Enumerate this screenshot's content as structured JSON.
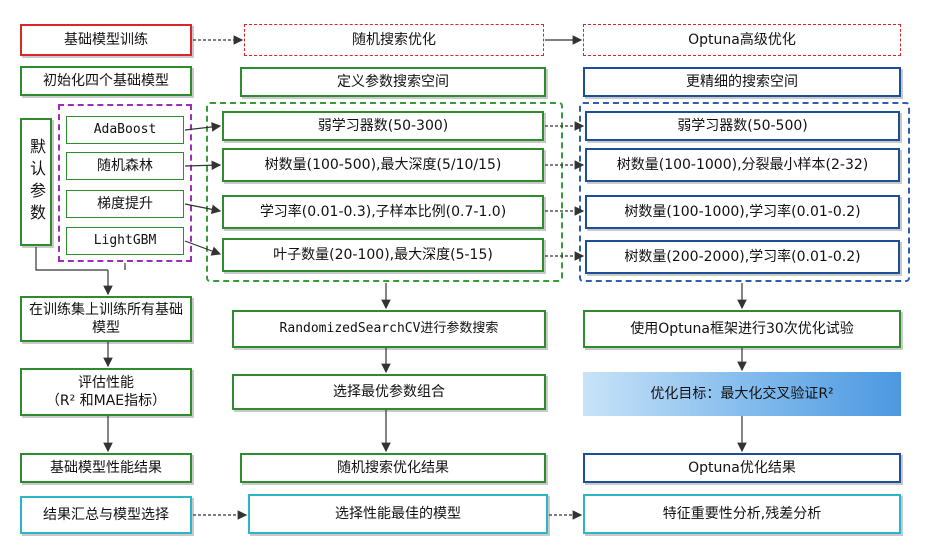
{
  "col1": {
    "title": "基础模型训练",
    "init": "初始化四个基础模型",
    "defaults": "默认参数",
    "models": [
      "AdaBoost",
      "随机森林",
      "梯度提升",
      "LightGBM"
    ],
    "train": "在训练集上训练所有基础模型",
    "evaluate_line1": "评估性能",
    "evaluate_line2": "（R² 和MAE指标）",
    "result": "基础模型性能结果",
    "summary": "结果汇总与模型选择"
  },
  "col2": {
    "title": "随机搜索优化",
    "space": "定义参数搜索空间",
    "params": [
      "弱学习器数(50-300)",
      "树数量(100-500),最大深度(5/10/15)",
      "学习率(0.01-0.3),子样本比例(0.7-1.0)",
      "叶子数量(20-100),最大深度(5-15)"
    ],
    "search": "RandomizedSearchCV进行参数搜索",
    "select": "选择最优参数组合",
    "result": "随机搜索优化结果",
    "best": "选择性能最佳的模型"
  },
  "col3": {
    "title": "Optuna高级优化",
    "space": "更精细的搜索空间",
    "params": [
      "弱学习器数(50-500)",
      "树数量(100-1000),分裂最小样本(2-32)",
      "树数量(100-1000),学习率(0.01-0.2)",
      "树数量(200-2000),学习率(0.01-0.2)"
    ],
    "optuna": "使用Optuna框架进行30次优化试验",
    "target": "优化目标：最大化交叉验证R²",
    "result": "Optuna优化结果",
    "analysis": "特征重要性分析,残差分析"
  },
  "colors": {
    "red": "#d9262b",
    "green": "#2e8b2e",
    "blue": "#1f4e99",
    "cyan": "#2bb5c8",
    "purple": "#9b2fb5"
  }
}
